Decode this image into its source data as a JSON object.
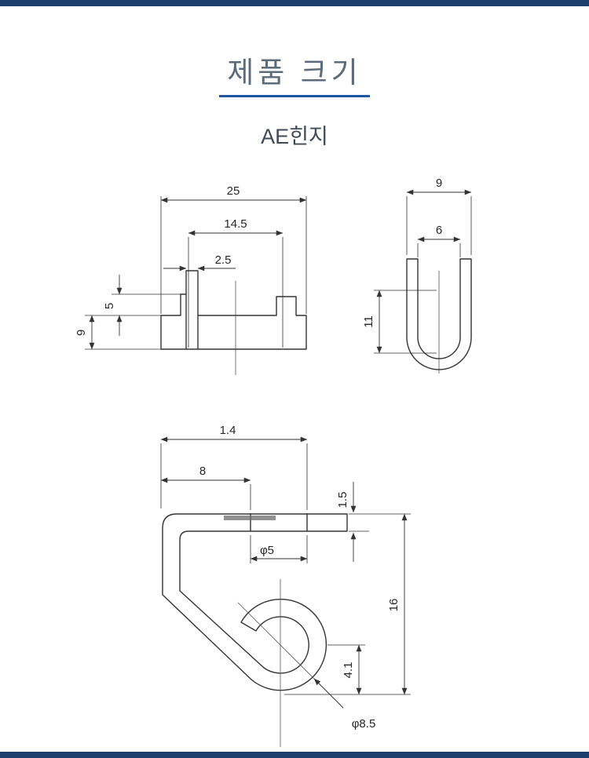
{
  "page": {
    "title": "제품 크기",
    "subtitle": "AE힌지",
    "accent_color": "#1e56a0",
    "bar_color": "#1c3e6e",
    "title_color": "#5c6b79",
    "line_color": "#333333"
  },
  "front_view": {
    "dims": {
      "overall_width": "25",
      "tab_spacing": "14.5",
      "pin_width": "2.5",
      "step_height": "5",
      "base_height": "9"
    }
  },
  "side_view": {
    "dims": {
      "outer_width": "9",
      "inner_width": "6",
      "depth": "11"
    }
  },
  "hook_view": {
    "dims": {
      "top_width": "1.4",
      "left_offset": "8",
      "plate_thickness": "1.5",
      "hole_dia": "φ5",
      "overall_height": "16",
      "hook_drop": "4.1",
      "hook_dia": "φ8.5"
    }
  }
}
